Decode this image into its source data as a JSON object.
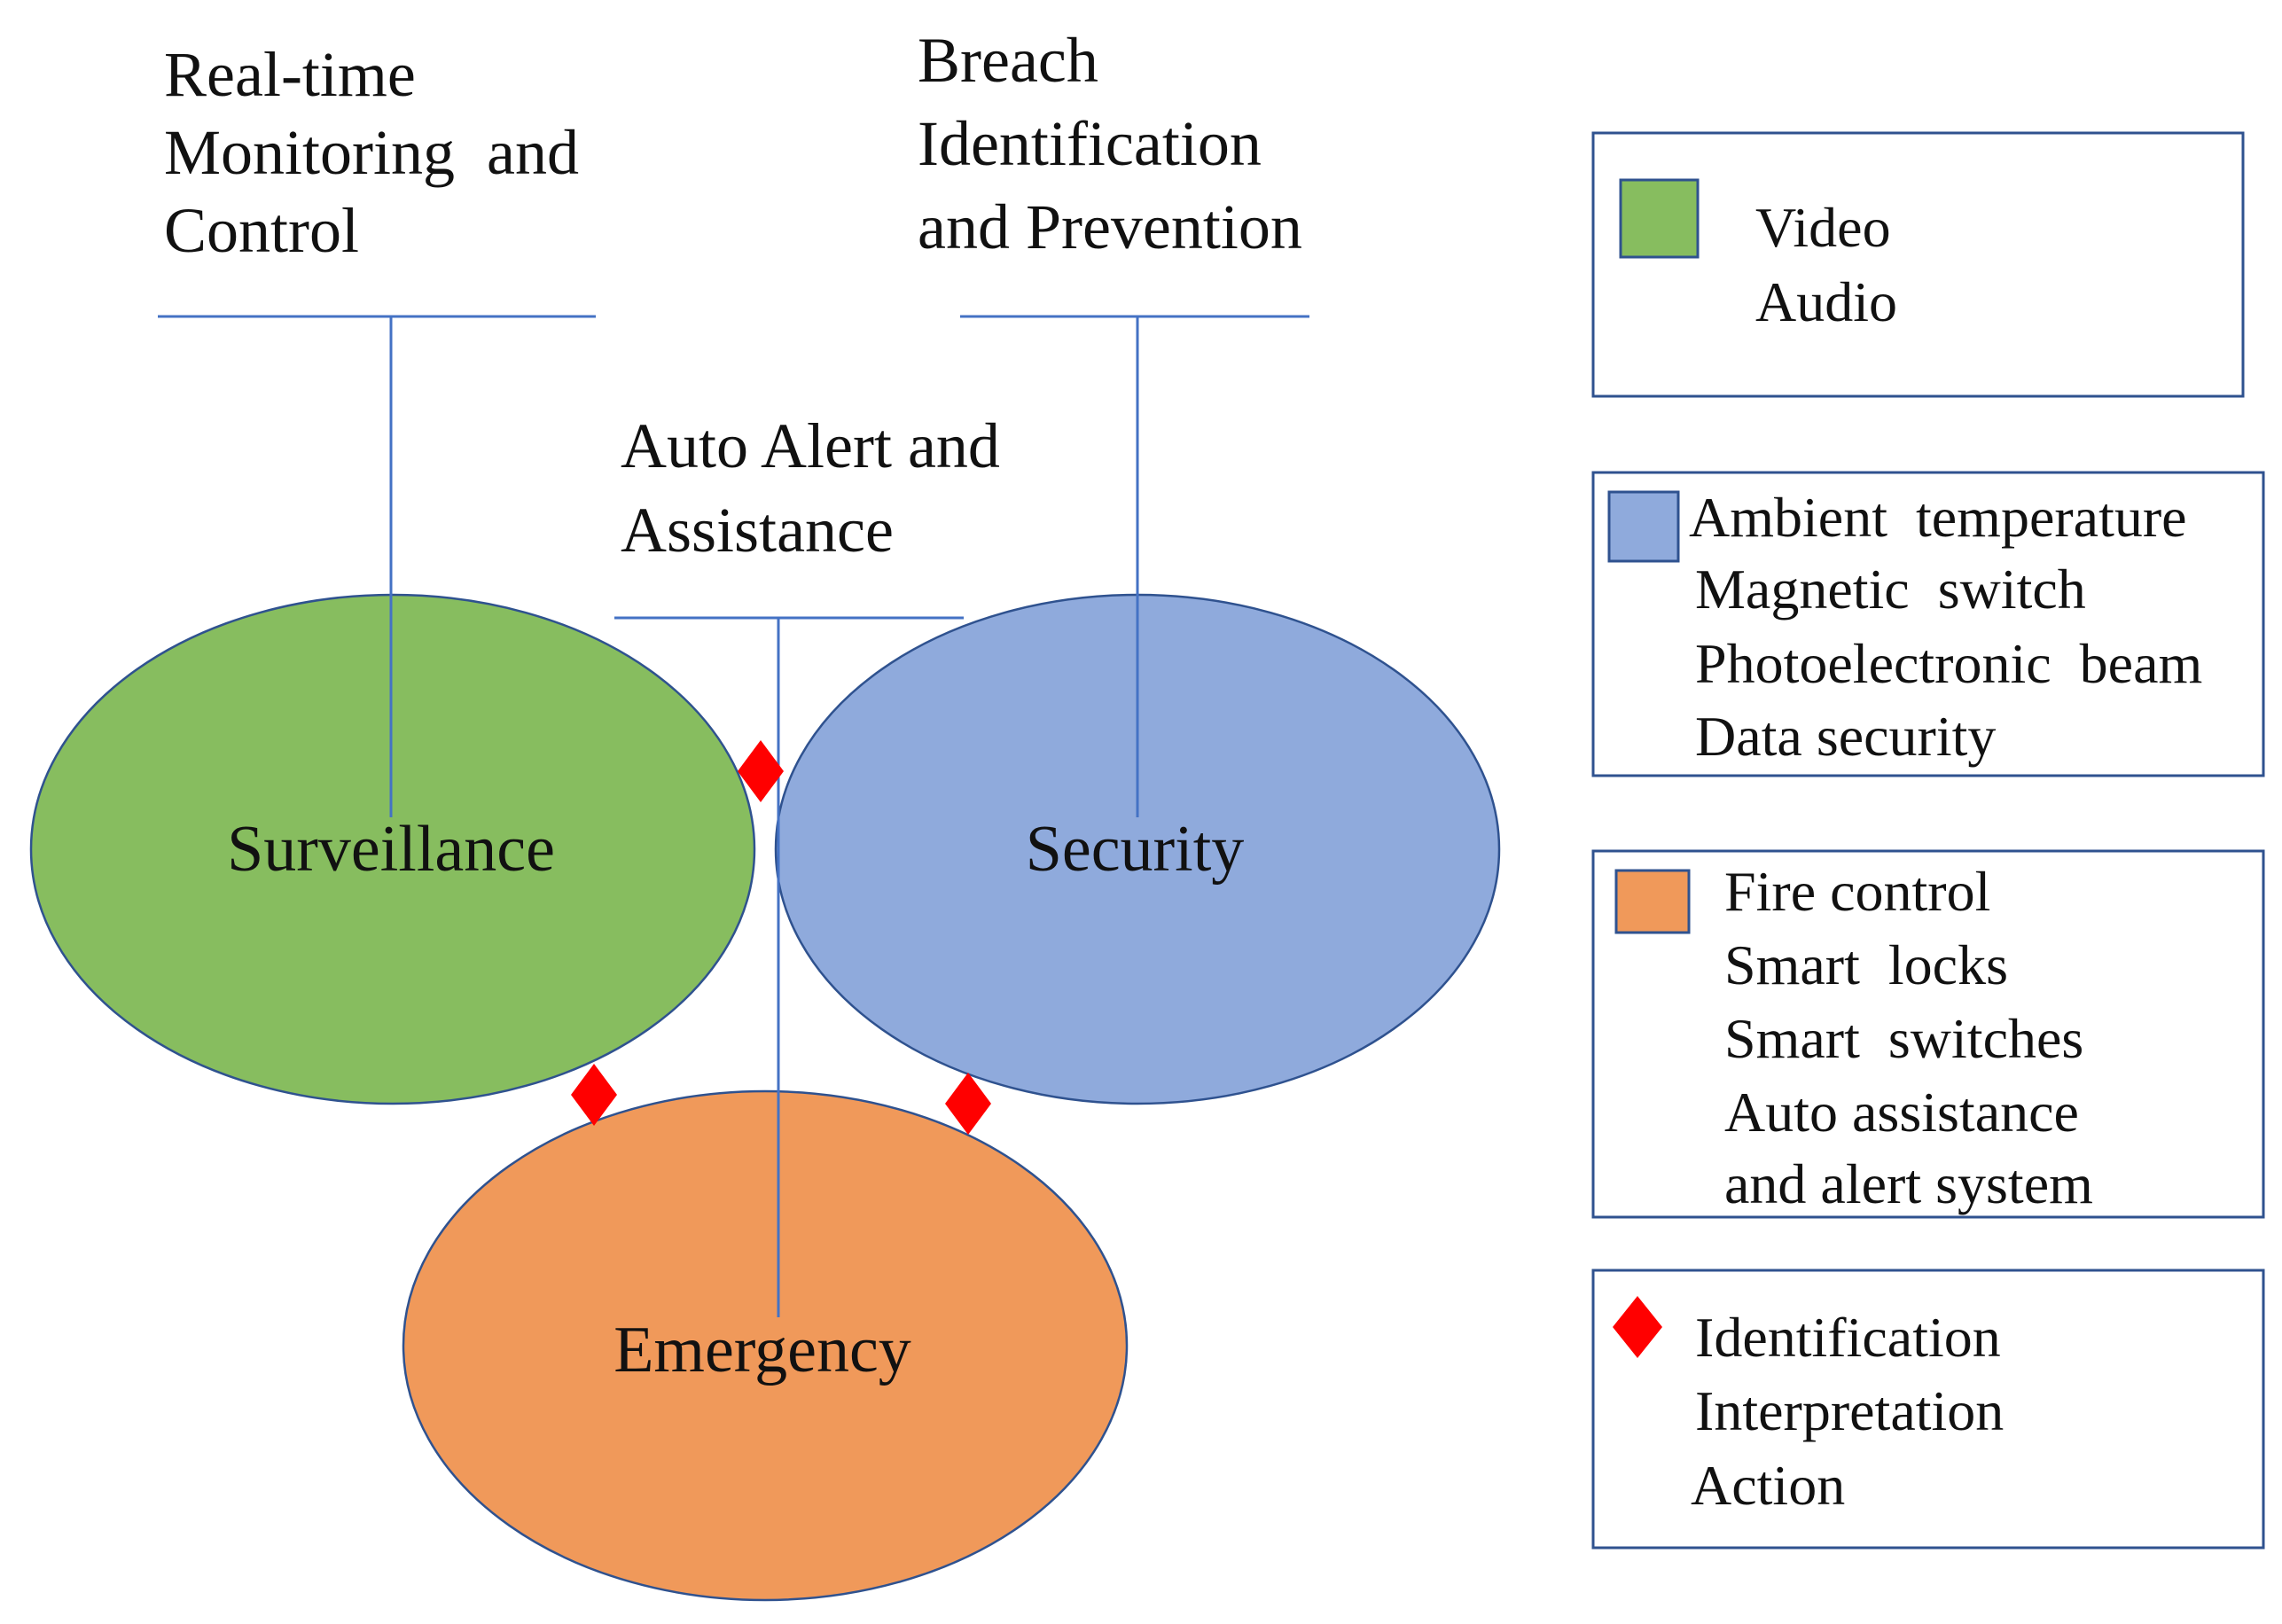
{
  "diagram": {
    "titles": {
      "surveillance": [
        "Real-time",
        "Monitoring  and",
        "Control"
      ],
      "security": [
        "Breach",
        "Identification",
        "and Prevention"
      ],
      "emergency": [
        "Auto Alert and",
        "Assistance"
      ]
    },
    "ellipses": {
      "surveillance": "Surveillance",
      "security": "Security",
      "emergency": "Emergency"
    }
  },
  "legend": {
    "green": {
      "color": "#87bd5f",
      "items": [
        "Video",
        "Audio"
      ]
    },
    "blue": {
      "color": "#8faadc",
      "items": [
        "Ambient  temperature",
        "Magnetic  switch",
        "Photoelectronic  beam",
        "Data security"
      ]
    },
    "orange": {
      "color": "#f0995a",
      "items": [
        "Fire control",
        "Smart  locks",
        "Smart  switches",
        "Auto assistance",
        "and alert system"
      ]
    },
    "diamond": {
      "color": "#ff0000",
      "icon": "red-diamond-icon",
      "items": [
        "Identification",
        "Interpretation",
        "Action"
      ]
    }
  },
  "colors": {
    "connector": "#4472c4",
    "outline": "#2f528f"
  }
}
